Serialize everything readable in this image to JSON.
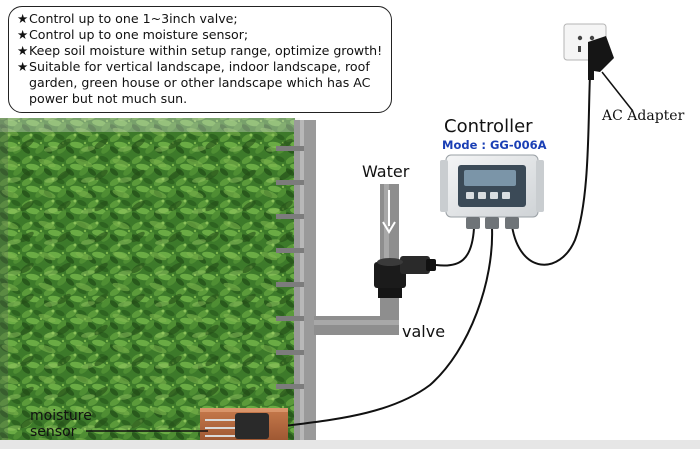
{
  "features": [
    "Control up to one 1~3inch valve;",
    "Control up to one moisture sensor;",
    "Keep soil moisture within setup range, optimize growth!",
    "Suitable for vertical landscape, indoor landscape, roof garden, green house or other landscape which has AC power but not much sun."
  ],
  "bullet_symbol": "★",
  "labels": {
    "controller": "Controller",
    "model": "Mode : GG-006A",
    "water": "Water",
    "valve": "valve",
    "ac_adapter": "AC Adapter",
    "moisture_sensor_line1": "moisture",
    "moisture_sensor_line2": "sensor"
  },
  "colors": {
    "foliage": "#3f7a2a",
    "model_text": "#1a3fb5",
    "pipe": "#8e8e8e",
    "controller_body": "#e8eaec",
    "cable": "#111111",
    "sensor_box": "#b8643a"
  }
}
